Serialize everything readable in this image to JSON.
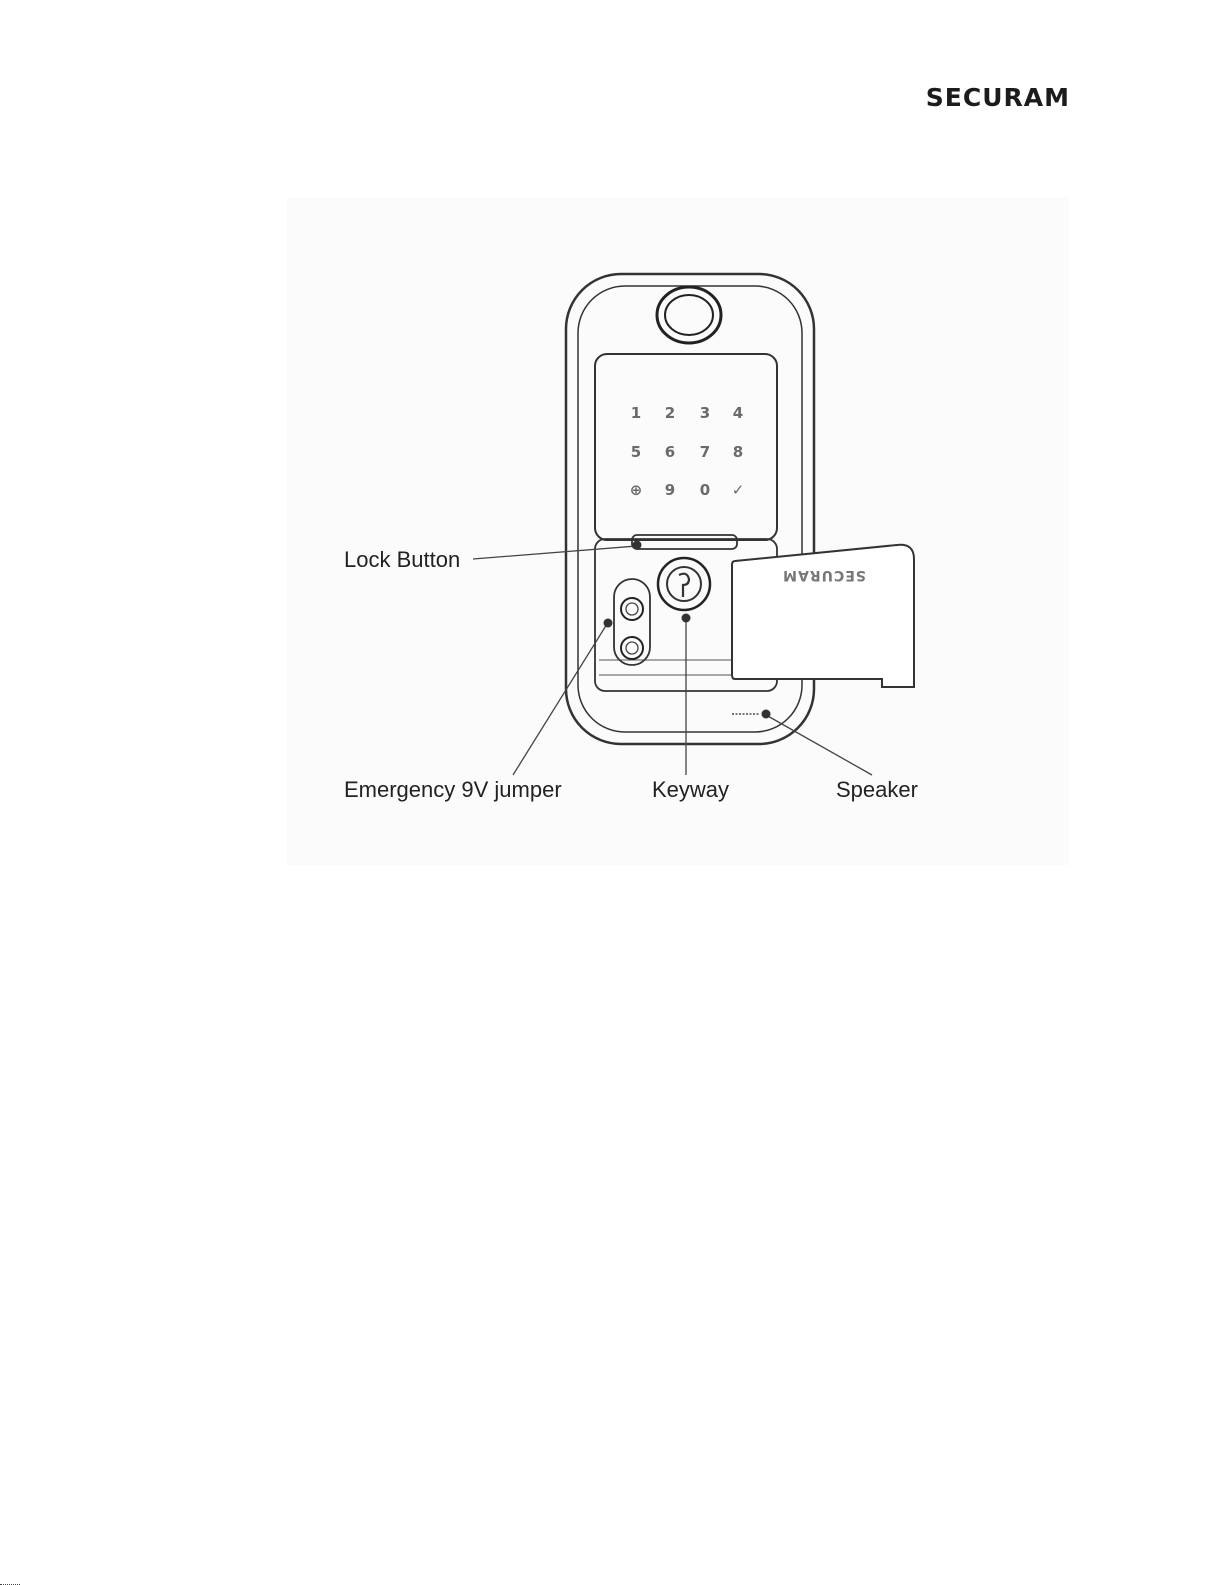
{
  "brand": {
    "logo_text": "SECURAM"
  },
  "lock": {
    "keypad_keys": [
      "1",
      "2",
      "3",
      "4",
      "5",
      "6",
      "7",
      "8",
      "⊕",
      "9",
      "0",
      "✓"
    ],
    "cover_logo_text": "SECURAM"
  },
  "callouts": {
    "lock_button": "Lock Button",
    "emergency_jumper": "Emergency 9V jumper",
    "keyway": "Keyway",
    "speaker": "Speaker"
  }
}
